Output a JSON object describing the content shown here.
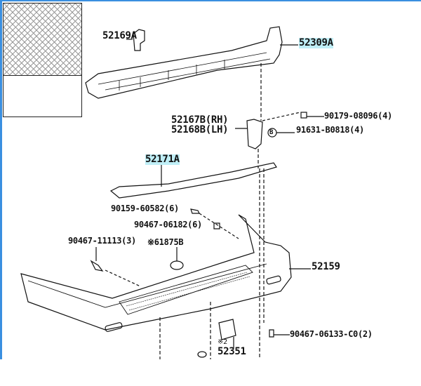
{
  "diagram": {
    "parts": [
      {
        "id": "52169A",
        "highlighted": false
      },
      {
        "id": "52309A",
        "highlighted": true
      },
      {
        "id": "90179-08096(4)",
        "highlighted": false
      },
      {
        "id": "52167B(RH)",
        "highlighted": false
      },
      {
        "id": "52168B(LH)",
        "highlighted": false
      },
      {
        "id": "91631-B0818(4)",
        "highlighted": false
      },
      {
        "id": "52171A",
        "highlighted": true
      },
      {
        "id": "90159-60582(6)",
        "highlighted": false
      },
      {
        "id": "90467-06182(6)",
        "highlighted": false
      },
      {
        "id": "90467-11113(3)",
        "highlighted": false
      },
      {
        "id": "※61875B",
        "highlighted": false
      },
      {
        "id": "52159",
        "highlighted": false
      },
      {
        "id": "90467-06133-C0(2)",
        "highlighted": false
      },
      {
        "id": "52351",
        "highlighted": false
      }
    ],
    "notes": {
      "mark_2": "※2",
      "callout_b": "B"
    },
    "colors": {
      "highlight": "#bfeef6",
      "line": "#111111",
      "frame": "#3a8fe0"
    }
  }
}
